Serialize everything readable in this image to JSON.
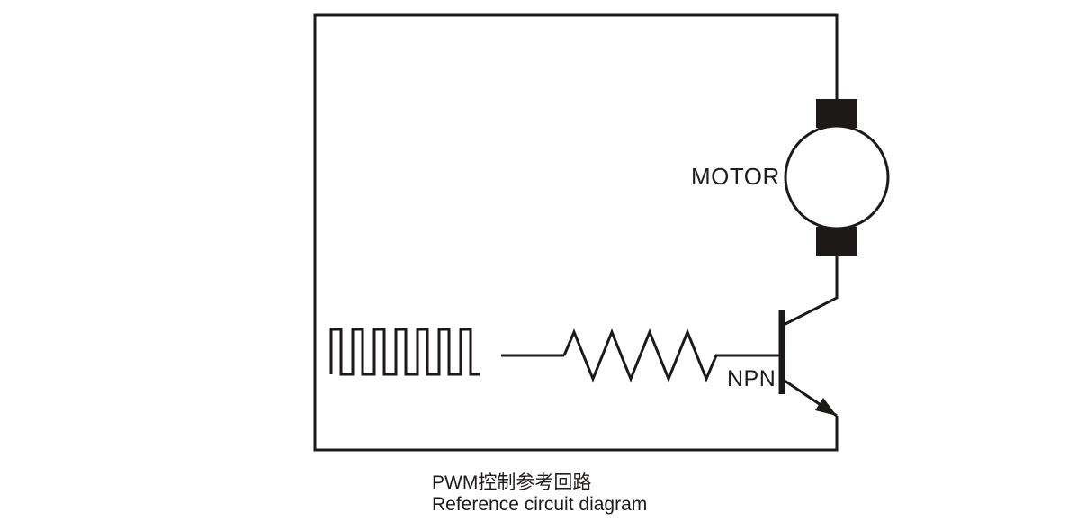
{
  "diagram": {
    "motor_label": "MOTOR",
    "transistor_label": "NPN",
    "caption_zh": "PWM控制参考回路",
    "caption_en": "Reference circuit diagram",
    "line_color": "#1d1919",
    "ink_color": "#201b1b",
    "background_color": "#ffffff"
  }
}
